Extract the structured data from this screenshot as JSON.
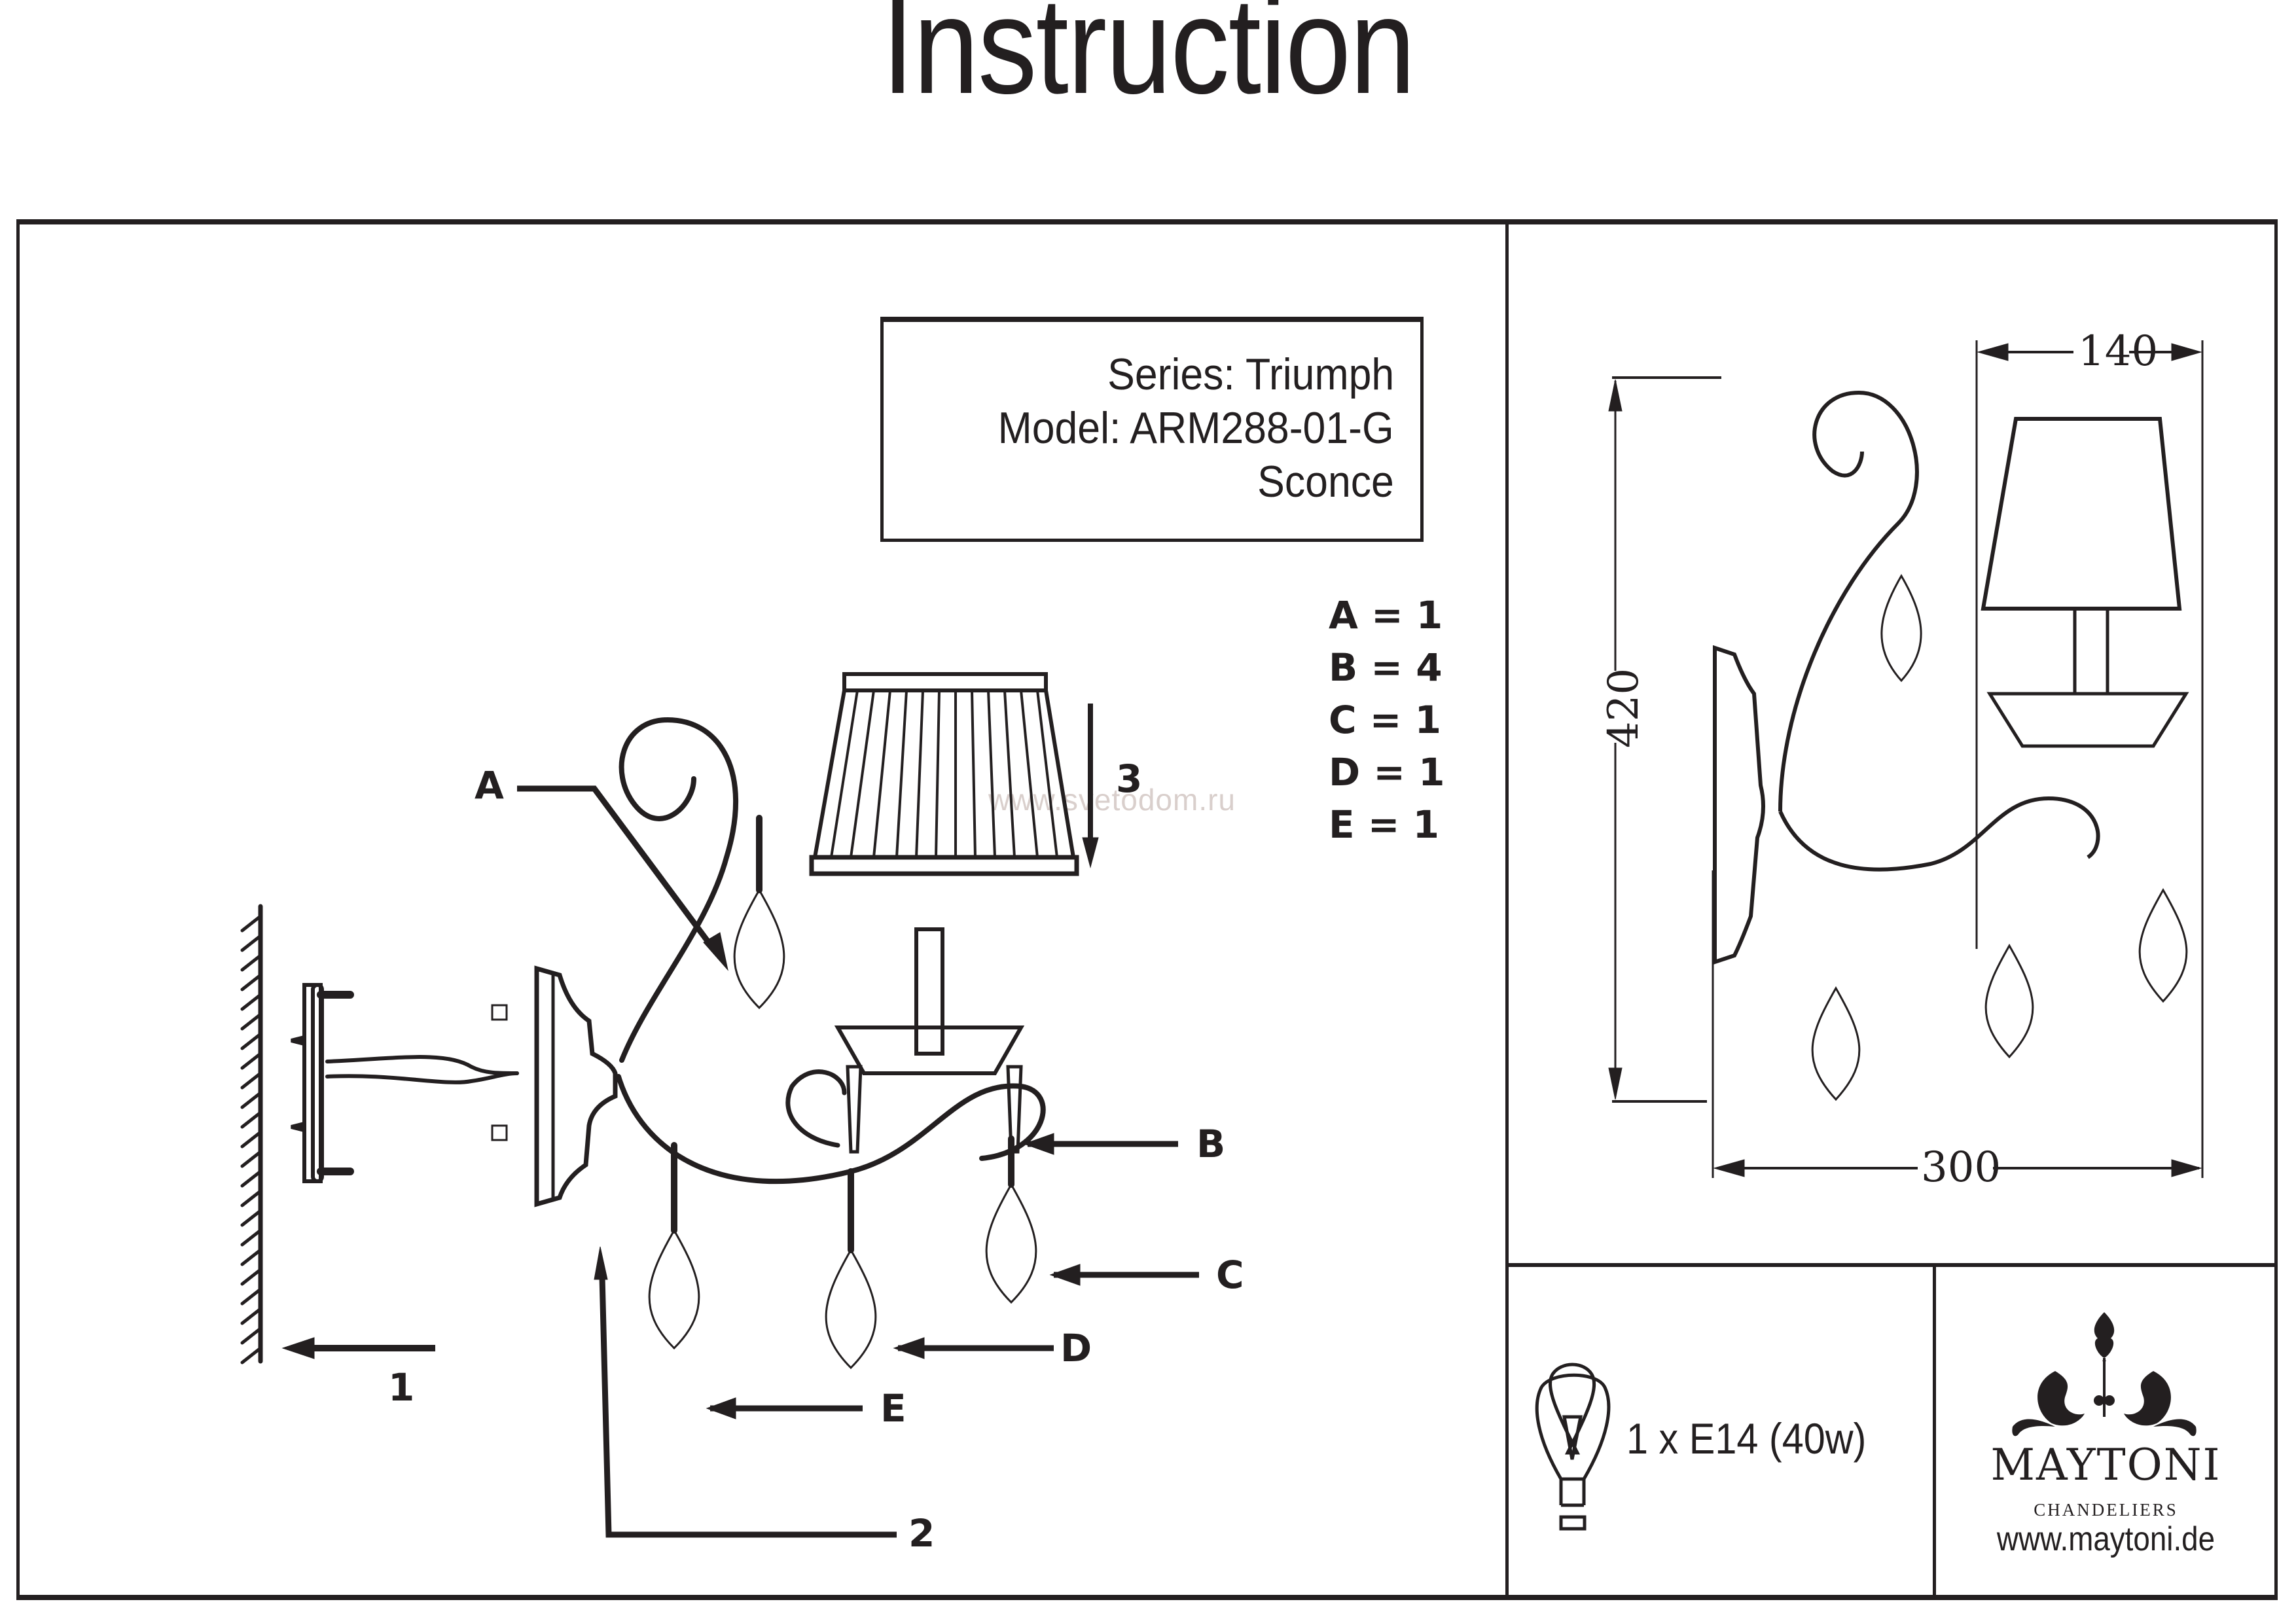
{
  "document": {
    "title": "Instruction",
    "watermark": "www.svetodom.ru"
  },
  "product_info": {
    "series": "Series: Triumph",
    "model": "Model: ARM288-01-G",
    "type": "Sconce"
  },
  "parts_list": [
    {
      "label": "A",
      "sep": "=",
      "count": "1"
    },
    {
      "label": "B",
      "sep": "=",
      "count": "4"
    },
    {
      "label": "C",
      "sep": "=",
      "count": "1"
    },
    {
      "label": "D",
      "sep": "=",
      "count": "1"
    },
    {
      "label": "E",
      "sep": "=",
      "count": "1"
    }
  ],
  "assembly_callouts": {
    "part_a": "A",
    "part_b": "B",
    "part_c": "C",
    "part_d": "D",
    "part_e": "E",
    "step_1": "1",
    "step_2": "2",
    "step_3": "3"
  },
  "dimensions": {
    "unit": "mm",
    "shade_width": "140",
    "height": "420",
    "depth": "300"
  },
  "bulb_spec": {
    "icon": "light-bulb-icon",
    "text": "1 x E14 (40w)"
  },
  "brand": {
    "logo_icon": "chandelier-ornament-icon",
    "name": "MAYTONI",
    "subtitle": "CHANDELIERS",
    "url": "www.maytoni.de"
  }
}
